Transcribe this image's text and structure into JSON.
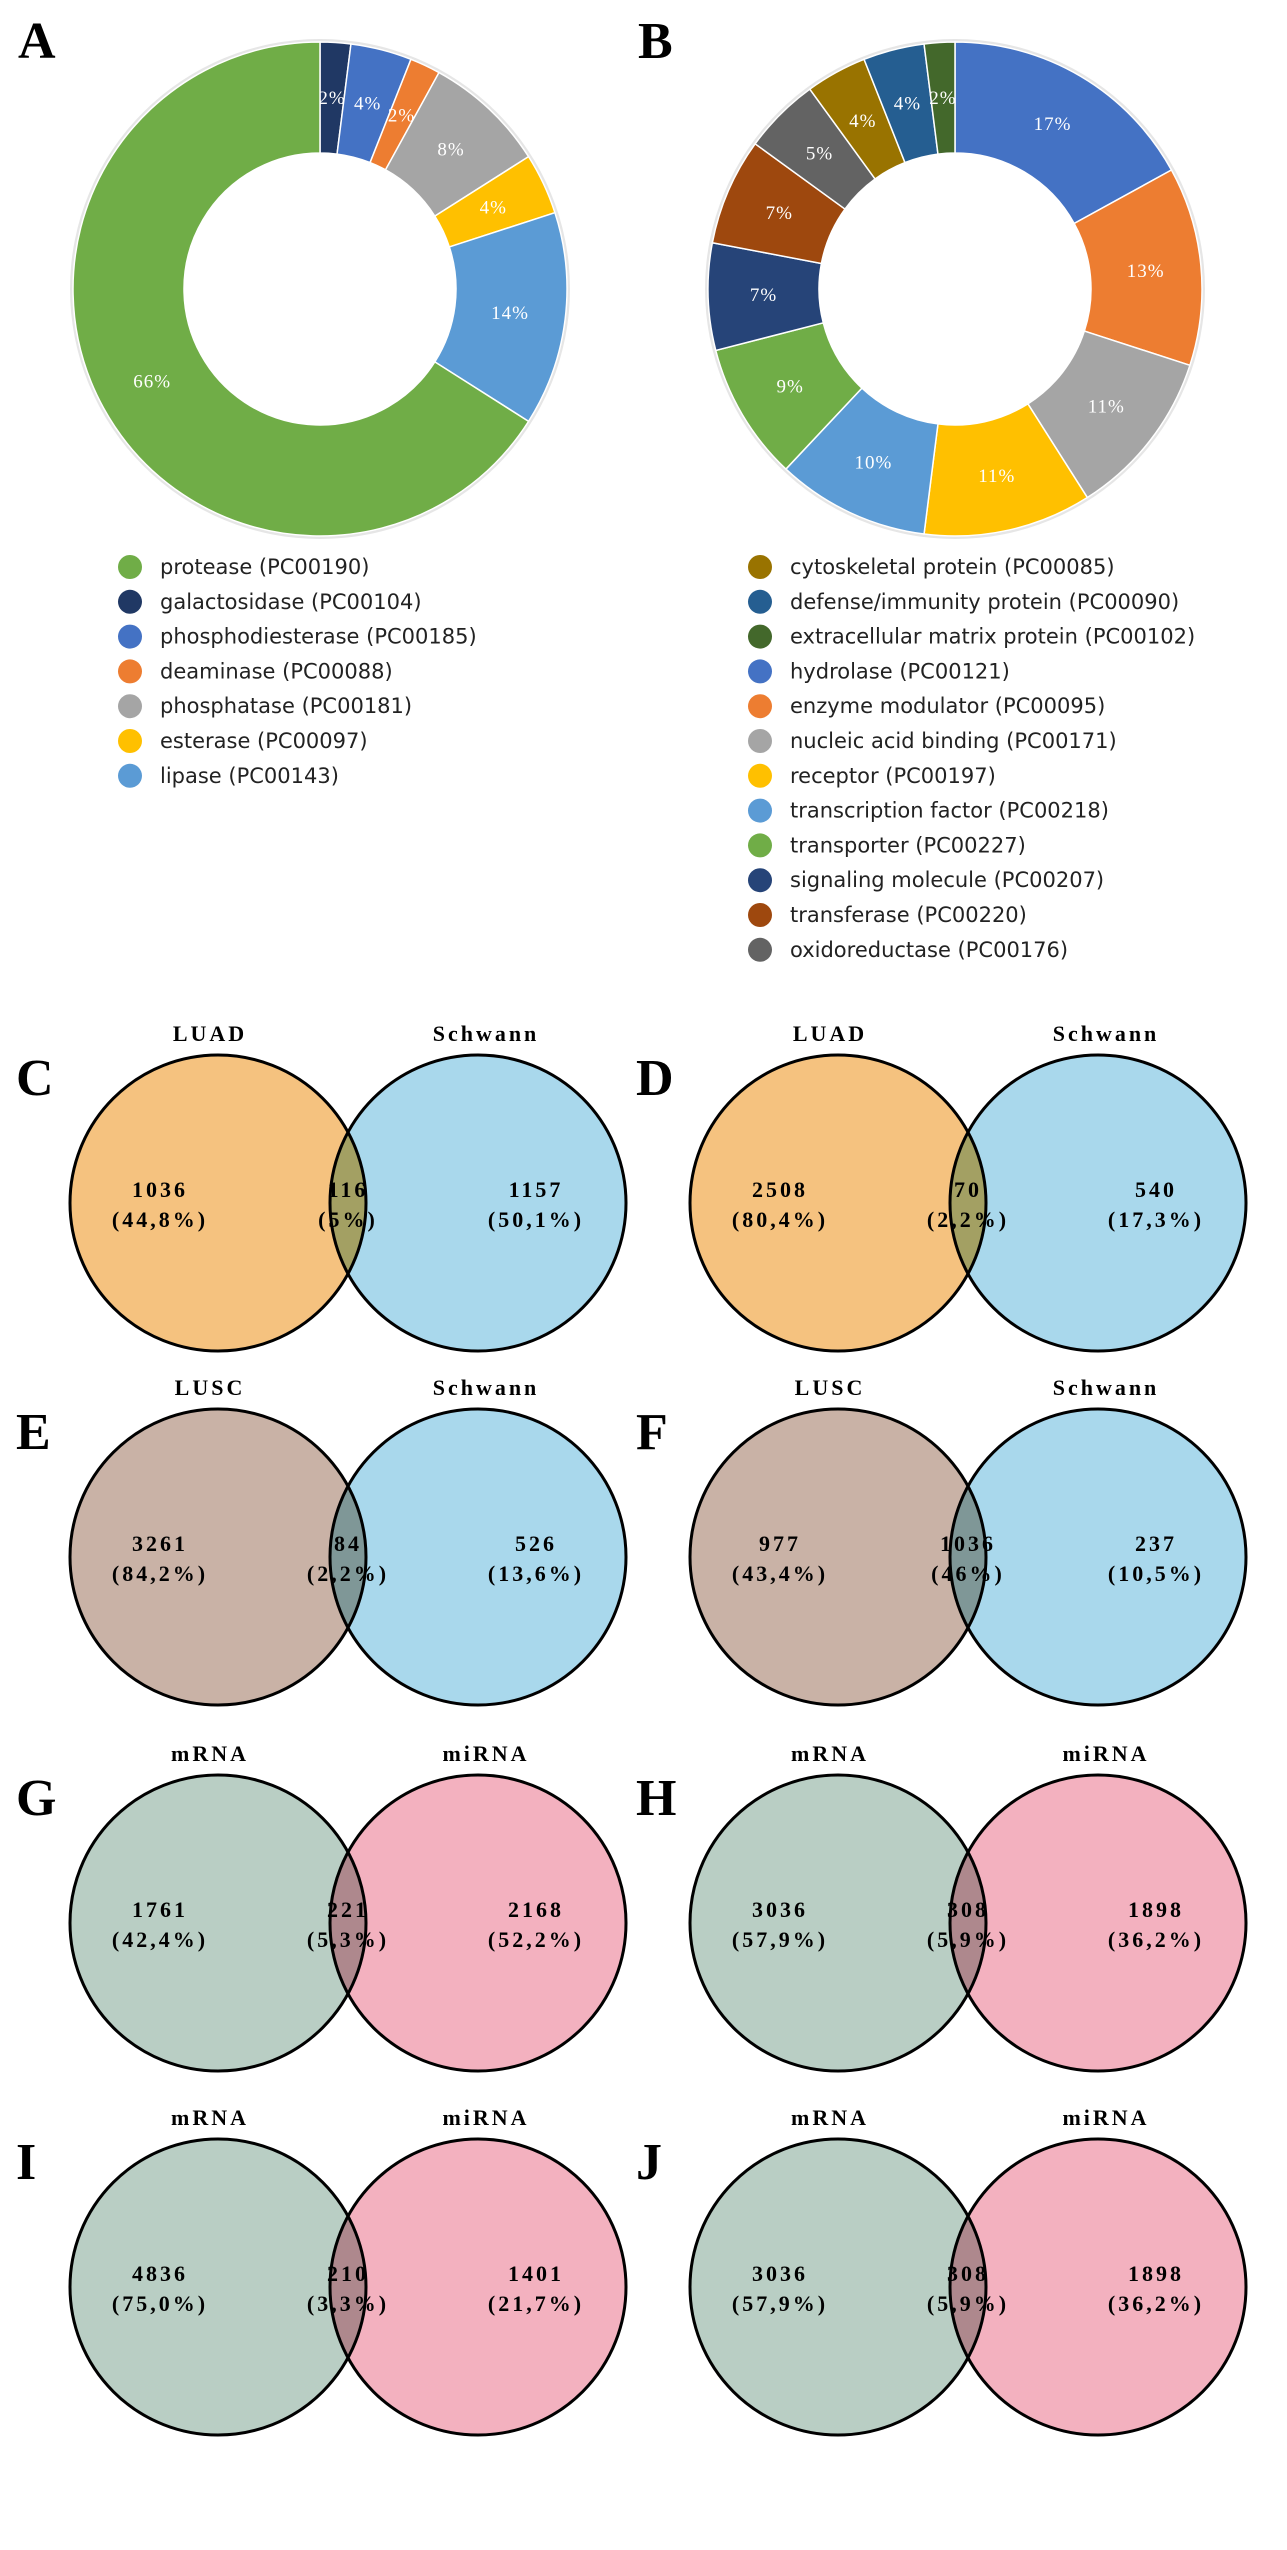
{
  "chart_data": [
    {
      "type": "pie",
      "panel": "A",
      "slices": [
        {
          "label": "galactosidase (PC00104)",
          "value": 2,
          "text": "2%",
          "color": "#203864"
        },
        {
          "label": "phosphodiesterase (PC00185)",
          "value": 4,
          "text": "4%",
          "color": "#4472C4"
        },
        {
          "label": "deaminase (PC00088)",
          "value": 2,
          "text": "2%",
          "color": "#ED7D31"
        },
        {
          "label": "phosphatase (PC00181)",
          "value": 8,
          "text": "8%",
          "color": "#A5A5A5"
        },
        {
          "label": "esterase (PC00097)",
          "value": 4,
          "text": "4%",
          "color": "#FFC000"
        },
        {
          "label": "lipase (PC00143)",
          "value": 14,
          "text": "14%",
          "color": "#5B9BD5"
        },
        {
          "label": "protease (PC00190)",
          "value": 66,
          "text": "66%",
          "color": "#70AD47"
        }
      ],
      "legend": [
        {
          "label": "protease (PC00190)",
          "color": "#70AD47"
        },
        {
          "label": "galactosidase (PC00104)",
          "color": "#203864"
        },
        {
          "label": "phosphodiesterase (PC00185)",
          "color": "#4472C4"
        },
        {
          "label": "deaminase (PC00088)",
          "color": "#ED7D31"
        },
        {
          "label": "phosphatase (PC00181)",
          "color": "#A5A5A5"
        },
        {
          "label": "esterase (PC00097)",
          "color": "#FFC000"
        },
        {
          "label": "lipase (PC00143)",
          "color": "#5B9BD5"
        }
      ]
    },
    {
      "type": "pie",
      "panel": "B",
      "slices": [
        {
          "label": "hydrolase (PC00121)",
          "value": 17,
          "text": "17%",
          "color": "#4472C4"
        },
        {
          "label": "enzyme modulator (PC00095)",
          "value": 13,
          "text": "13%",
          "color": "#ED7D31"
        },
        {
          "label": "nucleic acid binding (PC00171)",
          "value": 11,
          "text": "11%",
          "color": "#A5A5A5"
        },
        {
          "label": "receptor (PC00197)",
          "value": 11,
          "text": "11%",
          "color": "#FFC000"
        },
        {
          "label": "transcription factor (PC00218)",
          "value": 10,
          "text": "10%",
          "color": "#5B9BD5"
        },
        {
          "label": "transporter (PC00227)",
          "value": 9,
          "text": "9%",
          "color": "#70AD47"
        },
        {
          "label": "signaling molecule (PC00207)",
          "value": 7,
          "text": "7%",
          "color": "#264478"
        },
        {
          "label": "transferase (PC00220)",
          "value": 7,
          "text": "7%",
          "color": "#9E480E"
        },
        {
          "label": "oxidoreductase (PC00176)",
          "value": 5,
          "text": "5%",
          "color": "#636363"
        },
        {
          "label": "cytoskeletal protein (PC00085)",
          "value": 4,
          "text": "4%",
          "color": "#997300"
        },
        {
          "label": "defense/immunity protein (PC00090)",
          "value": 4,
          "text": "4%",
          "color": "#255E91"
        },
        {
          "label": "extracellular matrix protein (PC00102)",
          "value": 2,
          "text": "2%",
          "color": "#43682B"
        }
      ],
      "legend": [
        {
          "label": "cytoskeletal protein (PC00085)",
          "color": "#997300"
        },
        {
          "label": "defense/immunity protein (PC00090)",
          "color": "#255E91"
        },
        {
          "label": "extracellular matrix protein (PC00102)",
          "color": "#43682B"
        },
        {
          "label": "hydrolase (PC00121)",
          "color": "#4472C4"
        },
        {
          "label": "enzyme modulator (PC00095)",
          "color": "#ED7D31"
        },
        {
          "label": "nucleic acid binding (PC00171)",
          "color": "#A5A5A5"
        },
        {
          "label": "receptor (PC00197)",
          "color": "#FFC000"
        },
        {
          "label": "transcription factor (PC00218)",
          "color": "#5B9BD5"
        },
        {
          "label": "transporter (PC00227)",
          "color": "#70AD47"
        },
        {
          "label": "signaling molecule (PC00207)",
          "color": "#264478"
        },
        {
          "label": "transferase (PC00220)",
          "color": "#9E480E"
        },
        {
          "label": "oxidoreductase (PC00176)",
          "color": "#636363"
        }
      ]
    },
    {
      "type": "venn",
      "panel": "C",
      "sets": [
        "LUAD",
        "Schwann"
      ],
      "left": {
        "count": "1036",
        "pct": "(44,8%)"
      },
      "overlap": {
        "count": "116",
        "pct": "(5%)"
      },
      "right": {
        "count": "1157",
        "pct": "(50,1%)"
      },
      "colors": {
        "left": "#F5C27F",
        "right": "#A9D8EC",
        "overlap": "#A3A063"
      }
    },
    {
      "type": "venn",
      "panel": "D",
      "sets": [
        "LUAD",
        "Schwann"
      ],
      "left": {
        "count": "2508",
        "pct": "(80,4%)"
      },
      "overlap": {
        "count": "70",
        "pct": "(2,2%)"
      },
      "right": {
        "count": "540",
        "pct": "(17,3%)"
      },
      "colors": {
        "left": "#F5C27F",
        "right": "#A9D8EC",
        "overlap": "#A3A063"
      }
    },
    {
      "type": "venn",
      "panel": "E",
      "sets": [
        "LUSC",
        "Schwann"
      ],
      "left": {
        "count": "3261",
        "pct": "(84,2%)"
      },
      "overlap": {
        "count": "84",
        "pct": "(2,2%)"
      },
      "right": {
        "count": "526",
        "pct": "(13,6%)"
      },
      "colors": {
        "left": "#C9B2A6",
        "right": "#A9D8EC",
        "overlap": "#7F9797"
      }
    },
    {
      "type": "venn",
      "panel": "F",
      "sets": [
        "LUSC",
        "Schwann"
      ],
      "left": {
        "count": "977",
        "pct": "(43,4%)"
      },
      "overlap": {
        "count": "1036",
        "pct": "(46%)"
      },
      "right": {
        "count": "237",
        "pct": "(10,5%)"
      },
      "colors": {
        "left": "#C9B2A6",
        "right": "#A9D8EC",
        "overlap": "#7F9797"
      }
    },
    {
      "type": "venn",
      "panel": "G",
      "sets": [
        "mRNA",
        "miRNA"
      ],
      "left": {
        "count": "1761",
        "pct": "(42,4%)"
      },
      "overlap": {
        "count": "221",
        "pct": "(5,3%)"
      },
      "right": {
        "count": "2168",
        "pct": "(52,2%)"
      },
      "colors": {
        "left": "#B9CEC4",
        "right": "#F3B1BF",
        "overlap": "#AE888D"
      }
    },
    {
      "type": "venn",
      "panel": "H",
      "sets": [
        "mRNA",
        "miRNA"
      ],
      "left": {
        "count": "3036",
        "pct": "(57,9%)"
      },
      "overlap": {
        "count": "308",
        "pct": "(5,9%)"
      },
      "right": {
        "count": "1898",
        "pct": "(36,2%)"
      },
      "colors": {
        "left": "#B9CEC4",
        "right": "#F3B1BF",
        "overlap": "#AE888D"
      }
    },
    {
      "type": "venn",
      "panel": "I",
      "sets": [
        "mRNA",
        "miRNA"
      ],
      "left": {
        "count": "4836",
        "pct": "(75,0%)"
      },
      "overlap": {
        "count": "210",
        "pct": "(3,3%)"
      },
      "right": {
        "count": "1401",
        "pct": "(21,7%)"
      },
      "colors": {
        "left": "#B9CEC4",
        "right": "#F3B1BF",
        "overlap": "#AE888D"
      }
    },
    {
      "type": "venn",
      "panel": "J",
      "sets": [
        "mRNA",
        "miRNA"
      ],
      "left": {
        "count": "3036",
        "pct": "(57,9%)"
      },
      "overlap": {
        "count": "308",
        "pct": "(5,9%)"
      },
      "right": {
        "count": "1898",
        "pct": "(36,2%)"
      },
      "colors": {
        "left": "#B9CEC4",
        "right": "#F3B1BF",
        "overlap": "#AE888D"
      }
    }
  ]
}
